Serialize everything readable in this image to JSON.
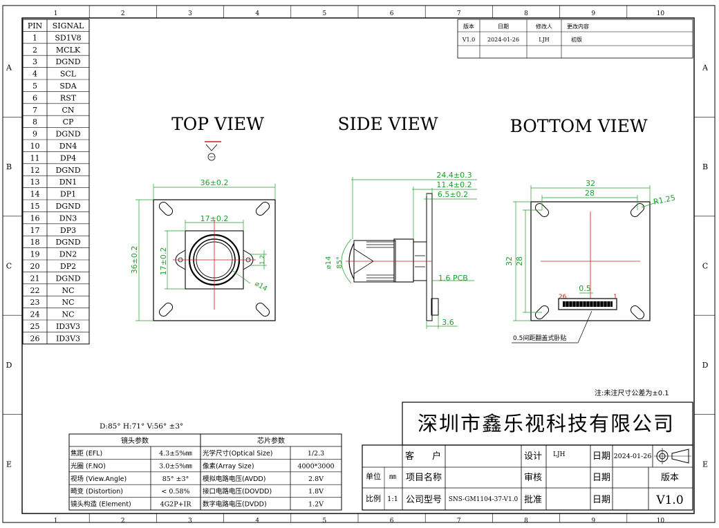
{
  "frame": {
    "columns": [
      "1",
      "2",
      "3",
      "4",
      "5",
      "6",
      "7",
      "8",
      "9",
      "10"
    ],
    "rows": [
      "A",
      "B",
      "C",
      "D",
      "E"
    ]
  },
  "pin_table": {
    "headers": [
      "PIN",
      "SIGNAL"
    ],
    "rows": [
      [
        "1",
        "SD1V8"
      ],
      [
        "2",
        "MCLK"
      ],
      [
        "3",
        "DGND"
      ],
      [
        "4",
        "SCL"
      ],
      [
        "5",
        "SDA"
      ],
      [
        "6",
        "RST"
      ],
      [
        "7",
        "CN"
      ],
      [
        "8",
        "CP"
      ],
      [
        "9",
        "DGND"
      ],
      [
        "10",
        "DN4"
      ],
      [
        "11",
        "DP4"
      ],
      [
        "12",
        "DGND"
      ],
      [
        "13",
        "DN1"
      ],
      [
        "14",
        "DP1"
      ],
      [
        "15",
        "DGND"
      ],
      [
        "16",
        "DN3"
      ],
      [
        "17",
        "DP3"
      ],
      [
        "18",
        "DGND"
      ],
      [
        "19",
        "DN2"
      ],
      [
        "20",
        "DP2"
      ],
      [
        "21",
        "DGND"
      ],
      [
        "22",
        "NC"
      ],
      [
        "23",
        "NC"
      ],
      [
        "24",
        "NC"
      ],
      [
        "25",
        "ID3V3"
      ],
      [
        "26",
        "ID3V3"
      ]
    ]
  },
  "revision_table": {
    "headers": [
      "版本",
      "日期",
      "修改人",
      "更改内容"
    ],
    "row": [
      "V1.0",
      "2024-01-26",
      "LJH",
      "初版"
    ]
  },
  "views": {
    "top_title": "TOP VIEW",
    "side_title": "SIDE VIEW",
    "bottom_title": "BOTTOM VIEW"
  },
  "top_dims": {
    "width": "36±0.2",
    "height": "36±0.2",
    "lens_w": "17±0.2",
    "lens_h": "17±0.2",
    "small": "1.2",
    "diameter": "⌀14"
  },
  "side_dims": {
    "d1": "24.4±0.3",
    "d2": "11.4±0.2",
    "d3": "6.5±0.2",
    "pcb": "1.6 PCB",
    "diameter": "⌀14",
    "angle": "85°",
    "bottom": "3.6"
  },
  "bottom_dims": {
    "w_outer": "32",
    "w_inner": "28",
    "h_outer": "32",
    "h_inner": "28",
    "radius": "R1.25",
    "pitch": "0.5",
    "pin_left": "26",
    "pin_right": "1",
    "connector_note": "0.5间距翻盖式卧贴"
  },
  "tolerance_note": "注:未注尺寸公差为±0.1",
  "fov_line": "D:85° H:71° V:56° ±3°",
  "lens_params": {
    "title": "镜头参数",
    "rows": [
      [
        "焦距 (EFL)",
        "4.3±5%㎜"
      ],
      [
        "光圈 (F.NO)",
        "3.0±5%㎜"
      ],
      [
        "视场 (View.Angle)",
        "85° ±3°"
      ],
      [
        "畸变 (Distortion)",
        "< 0.58%"
      ],
      [
        "镜头构造 (Element)",
        "4G2P+IR"
      ]
    ]
  },
  "chip_params": {
    "title": "芯片参数",
    "rows": [
      [
        "光学尺寸(Optical Size)",
        "1/2.3"
      ],
      [
        "像素(Array Size)",
        "4000*3000"
      ],
      [
        "模拟电路电压(AVDD)",
        "2.8V"
      ],
      [
        "接口电路电压(DOVDD)",
        "1.8V"
      ],
      [
        "数字电路电压(DVDD)",
        "1.2V"
      ]
    ]
  },
  "title_block": {
    "company": "深圳市鑫乐视科技有限公司",
    "customer_label": "客　　户",
    "design_label": "设计",
    "designer": "LJH",
    "date_label": "日期",
    "date": "2024-01-26",
    "unit_label": "单位",
    "unit": "㎜",
    "project_label": "项目名称",
    "review_label": "审核",
    "version_label": "版本",
    "scale_label": "比例",
    "scale": "1:1",
    "model_label": "公司型号",
    "model": "SNS-GM1104-37-V1.0",
    "approve_label": "批准",
    "version": "V1.0"
  }
}
